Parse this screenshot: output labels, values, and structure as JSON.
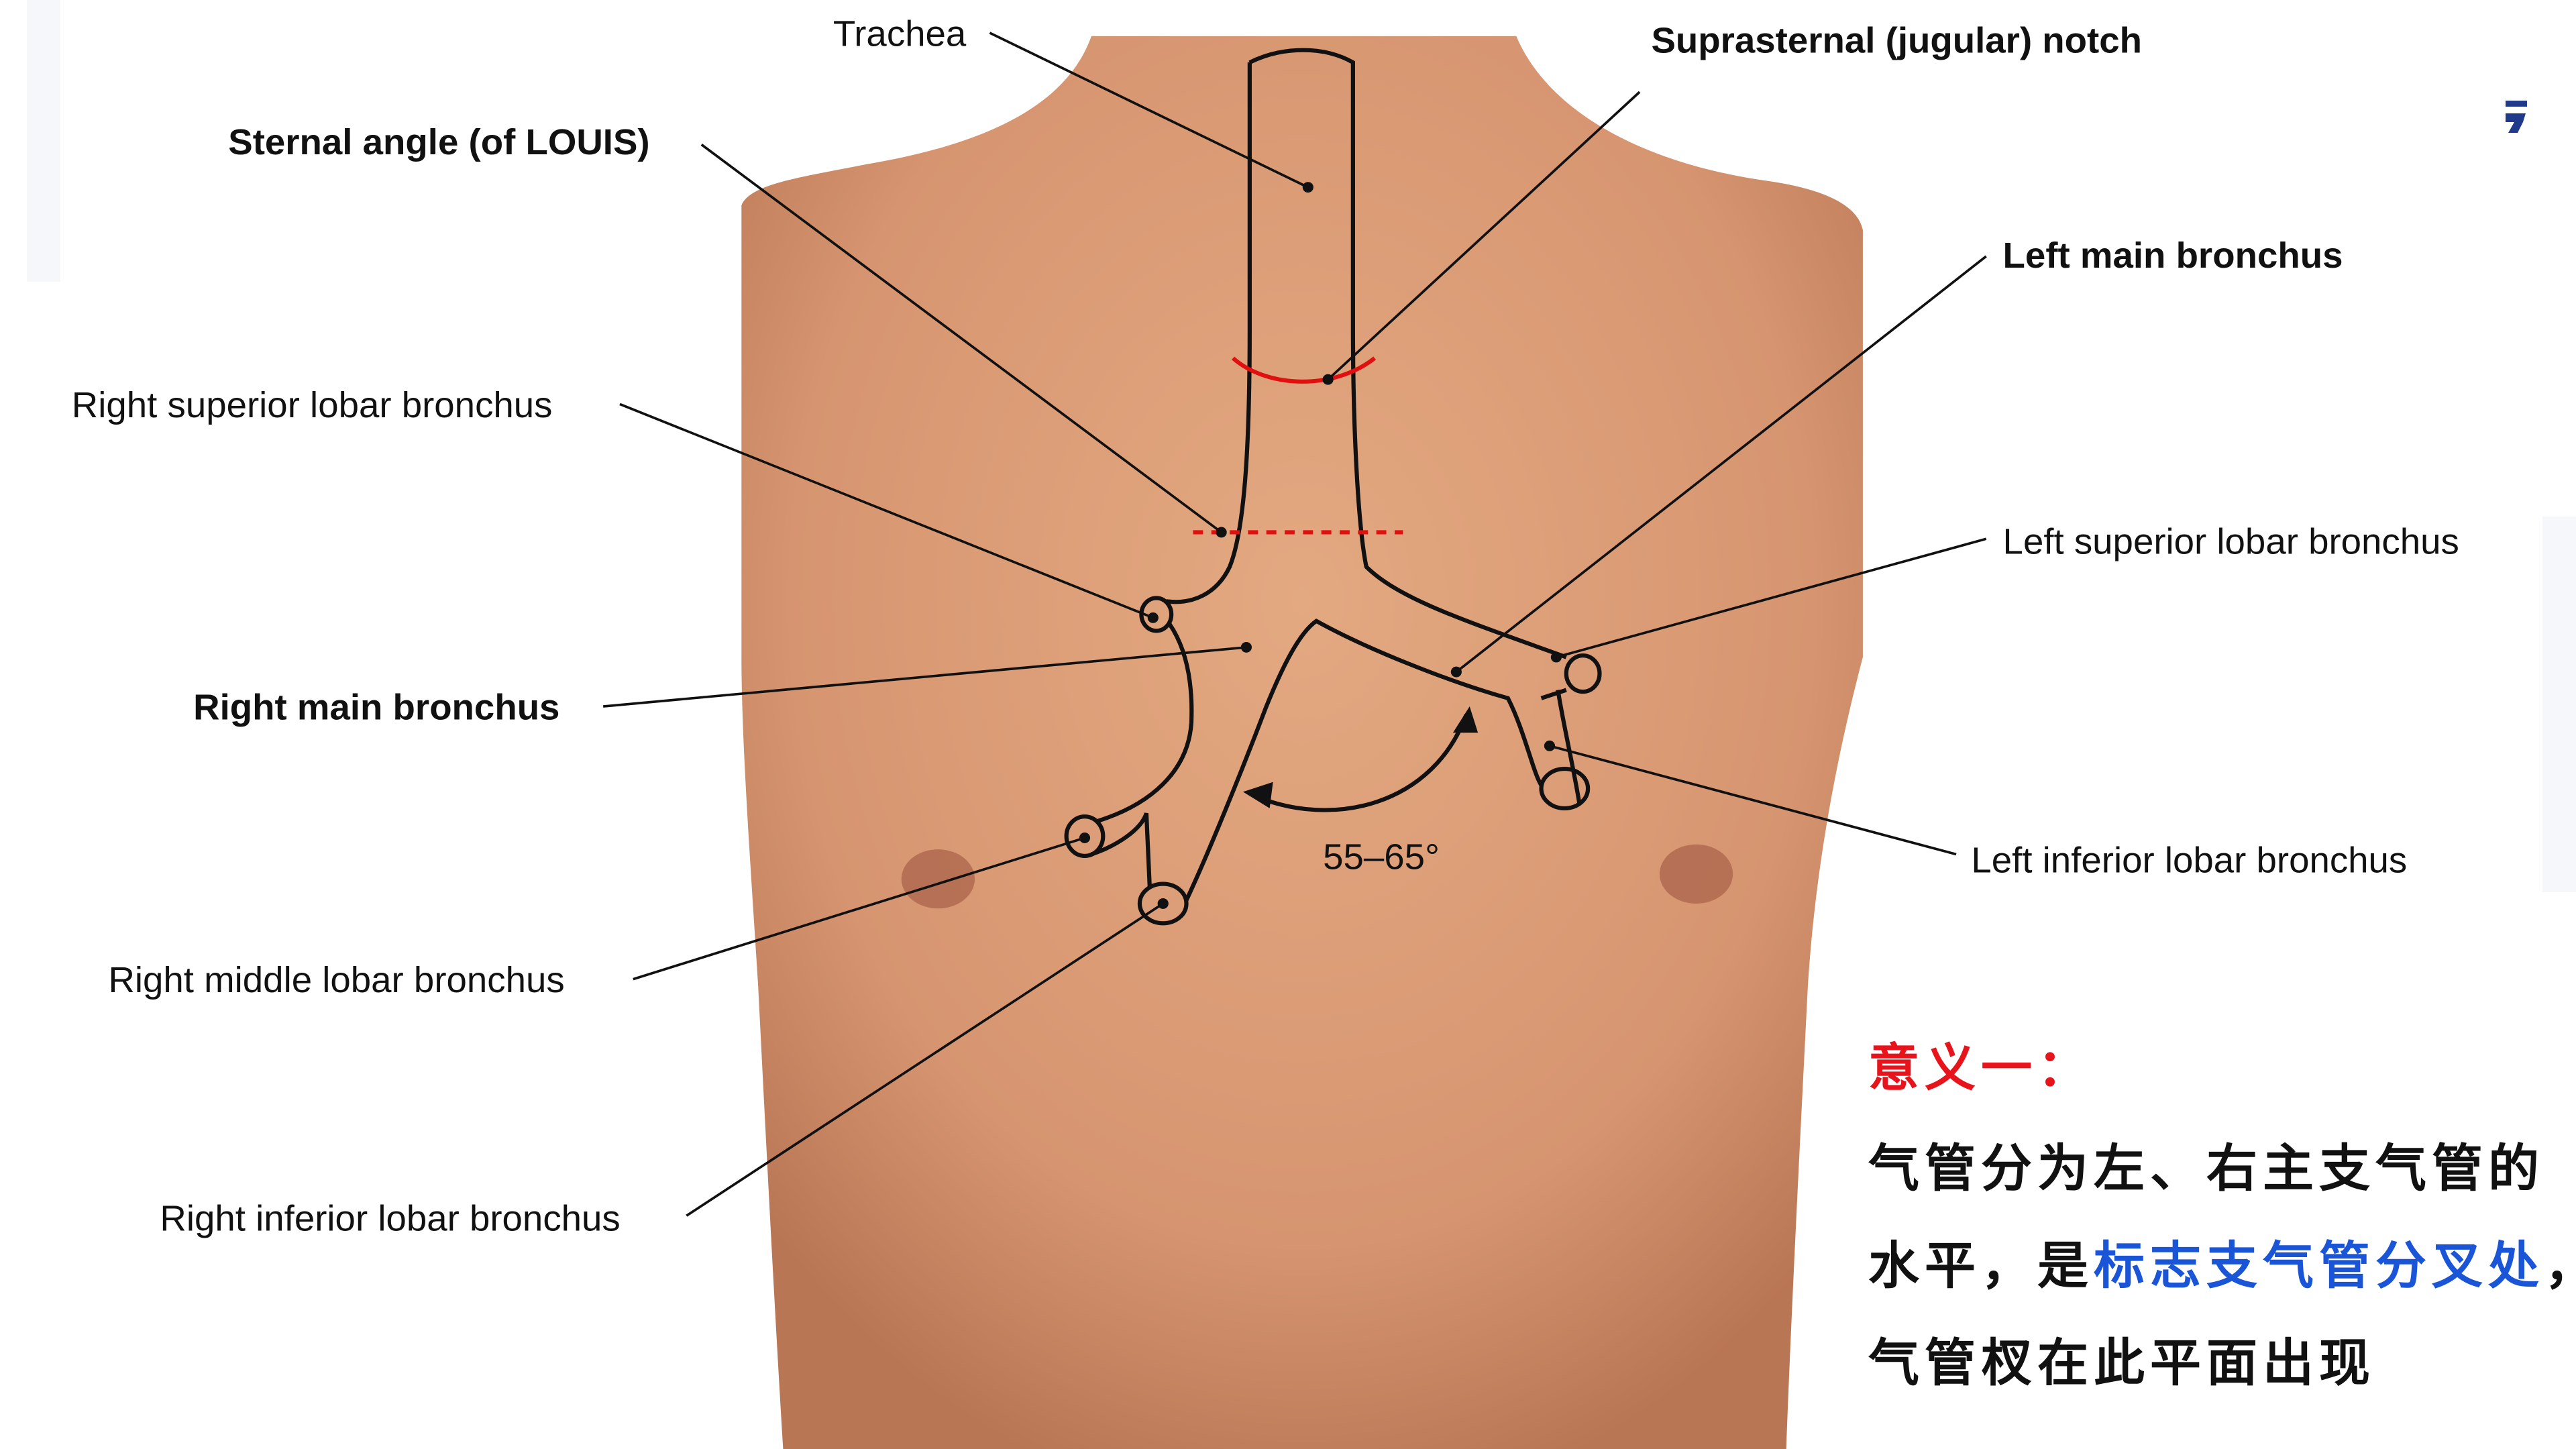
{
  "labels": {
    "trachea": "Trachea",
    "suprasternal": "Suprasternal (jugular) notch",
    "sternal_angle": "Sternal angle (of LOUIS)",
    "left_main": "Left main bronchus",
    "right_superior": "Right superior lobar bronchus",
    "left_superior": "Left superior lobar bronchus",
    "right_main": "Right main bronchus",
    "left_inferior": "Left inferior lobar bronchus",
    "angle": "55–65°",
    "right_middle": "Right middle lobar bronchus",
    "right_inferior": "Right inferior lobar bronchus"
  },
  "note": {
    "heading": "意义一：",
    "line1": "气管分为左、右主支气管的",
    "line2_prefix": "水平，是",
    "line2_highlight": "标志支气管分叉处",
    "line2_suffix": "，",
    "line3": "气管杈在此平面出现"
  },
  "colors": {
    "heading": "#e8141b",
    "highlight": "#1a55d8",
    "skin": "#d99a72",
    "marker": "#e01010"
  }
}
